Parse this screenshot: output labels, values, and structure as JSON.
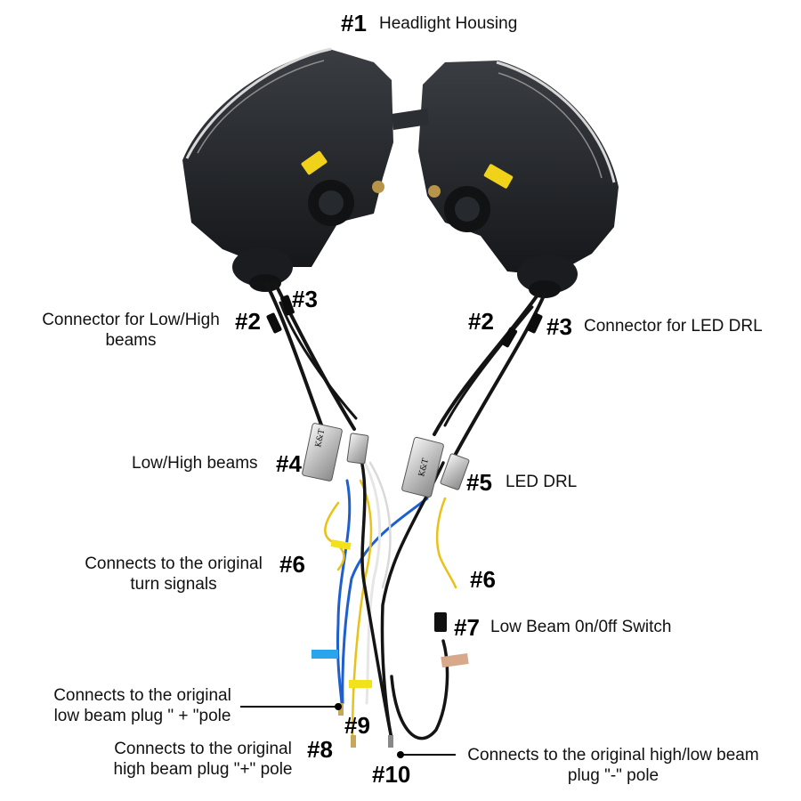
{
  "callouts": {
    "c1": {
      "num": "#1",
      "text": "Headlight Housing"
    },
    "c2_left": {
      "num": "#2",
      "line1": "Connector for Low/High",
      "line2": "beams"
    },
    "c3_left": {
      "num": "#3"
    },
    "c2_right": {
      "num": "#2"
    },
    "c3_right": {
      "num": "#3",
      "text": "Connector for LED DRL"
    },
    "c4": {
      "num": "#4",
      "text": "Low/High beams"
    },
    "c5": {
      "num": "#5",
      "text": "LED DRL"
    },
    "c6_left": {
      "num": "#6",
      "line1": "Connects to the original",
      "line2": "turn signals"
    },
    "c6_right": {
      "num": "#6"
    },
    "c7": {
      "num": "#7",
      "text": "Low Beam 0n/0ff Switch"
    },
    "c9": {
      "num": "#9",
      "line1": "Connects to the original",
      "line2": "low beam plug \" + \"pole"
    },
    "c8": {
      "num": "#8",
      "line1": "Connects to the original",
      "line2": "high beam plug \"+\" pole"
    },
    "c10": {
      "num": "#10",
      "line1": "Connects to the original high/low beam",
      "line2": "plug \"-\" pole"
    }
  },
  "ballast_brand": "K&T",
  "colors": {
    "housing": "#1f2124",
    "wire_black": "#141414",
    "wire_blue": "#1e5fd0",
    "wire_yellow": "#e8c21a",
    "wire_white": "#e6e6e6",
    "tag_blue": "#2aa4ea",
    "tag_yellow": "#f2e21c",
    "amber_reflector": "#f0d21a"
  }
}
